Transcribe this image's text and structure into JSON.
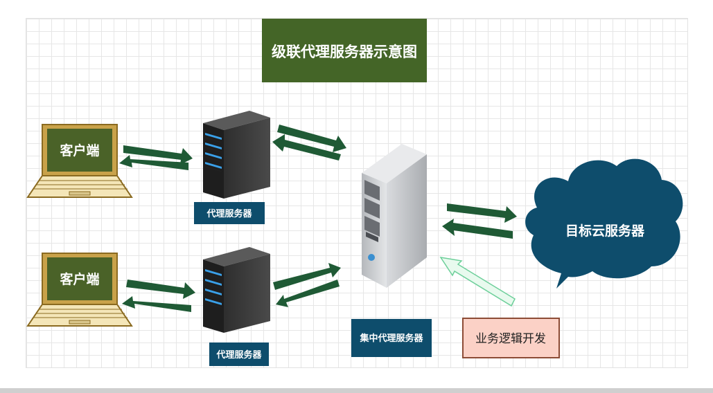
{
  "title": "级联代理服务器示意图",
  "clients": [
    "客户端",
    "客户端"
  ],
  "proxy_servers": [
    "代理服务器",
    "代理服务器"
  ],
  "central_proxy": "集中代理服务器",
  "cloud_target": "目标云服务器",
  "business_logic": "业务逻辑开发",
  "colors": {
    "title_bg": "#446527",
    "label_bg": "#0e4d6c",
    "cloud": "#0e4d6c",
    "arrow": "#1f5a35",
    "laptop_frame": "#9a7a2a",
    "laptop_screen": "#4a6228",
    "business_bg": "#fbd1c6",
    "business_border": "#8c4b35",
    "hollow_arrow": "#6dcf9a"
  }
}
